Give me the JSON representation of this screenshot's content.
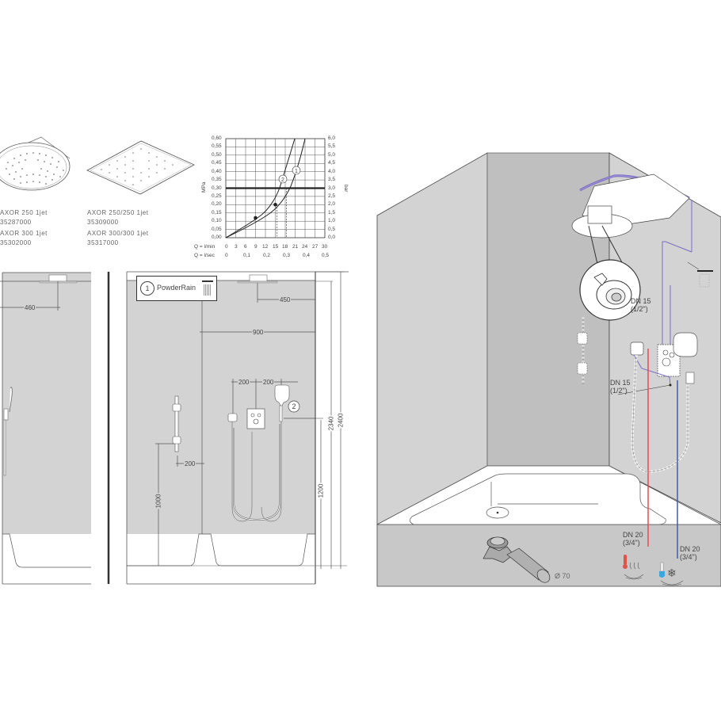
{
  "products": [
    {
      "name": "AXOR 250 1jet",
      "code": "35287000"
    },
    {
      "name": "AXOR 300 1jet",
      "code": "35302000"
    },
    {
      "name": "AXOR 250/250 1jet",
      "code": "35309000"
    },
    {
      "name": "AXOR 300/300 1jet",
      "code": "35317000"
    }
  ],
  "chart_data": {
    "type": "line",
    "title": "",
    "xlabel": "Q = l/min",
    "x2label": "Q = l/sec",
    "ylabel": "MPa",
    "y2label": "bar",
    "xlim": [
      0,
      30
    ],
    "ylim": [
      0,
      0.6
    ],
    "x_ticks": [
      "0",
      "3",
      "6",
      "9",
      "12",
      "15",
      "18",
      "21",
      "24",
      "27",
      "30"
    ],
    "x2_ticks": [
      "0",
      "0,1",
      "0,2",
      "0,3",
      "0,4",
      "0,5"
    ],
    "y_ticks": [
      "0,00",
      "0,05",
      "0,10",
      "0,15",
      "0,20",
      "0,25",
      "0,30",
      "0,35",
      "0,40",
      "0,45",
      "0,50",
      "0,55",
      "0,60"
    ],
    "y2_ticks": [
      "0,0",
      "0,5",
      "1,0",
      "1,5",
      "2,0",
      "2,5",
      "3,0",
      "3,5",
      "4,0",
      "4,5",
      "5,0",
      "5,5",
      "6,0"
    ],
    "reference_line": {
      "y": 0.3,
      "label": "3,0 bar"
    },
    "series": [
      {
        "name": "1",
        "x": [
          0,
          5,
          9,
          12,
          15,
          18,
          20,
          22,
          24
        ],
        "y": [
          0,
          0.05,
          0.1,
          0.15,
          0.2,
          0.3,
          0.38,
          0.48,
          0.6
        ],
        "marker_at": [
          15,
          0.2
        ],
        "dashed_drop_x": 18.3
      },
      {
        "name": "2",
        "x": [
          0,
          5,
          9,
          12,
          14,
          16,
          18,
          19.5
        ],
        "y": [
          0,
          0.06,
          0.12,
          0.18,
          0.24,
          0.33,
          0.45,
          0.6
        ],
        "marker_at": [
          9,
          0.12
        ],
        "dashed_drop_x": 15.5
      }
    ],
    "grid": true
  },
  "elevation": {
    "dim_460": "460",
    "dim_450": "450",
    "dim_900": "900",
    "dim_200_a": "200",
    "dim_200_b": "200",
    "dim_200_c": "200",
    "dim_1000": "1000",
    "dim_1200": "1200",
    "dim_2340": "2340",
    "dim_2400": "2400",
    "callout_1_num": "1",
    "callout_1_label": "PowderRain",
    "callout_2_num": "2"
  },
  "isometric": {
    "dn15_top": "DN 15",
    "dn15_top_inch": "(1/2\")",
    "dn15_mid": "DN 15",
    "dn15_mid_inch": "(1/2\")",
    "dn20_hot": "DN 20",
    "dn20_hot_inch": "(3/4\")",
    "dn20_cold": "DN 20",
    "dn20_cold_inch": "(3/4\")",
    "drain_dia": "Ø 70"
  },
  "colors": {
    "wall": "#d3d3d3",
    "wall_dark": "#bdbdbd",
    "hot": "#e0524a",
    "cold": "#3e5fae",
    "supply": "#7b6cc0"
  }
}
